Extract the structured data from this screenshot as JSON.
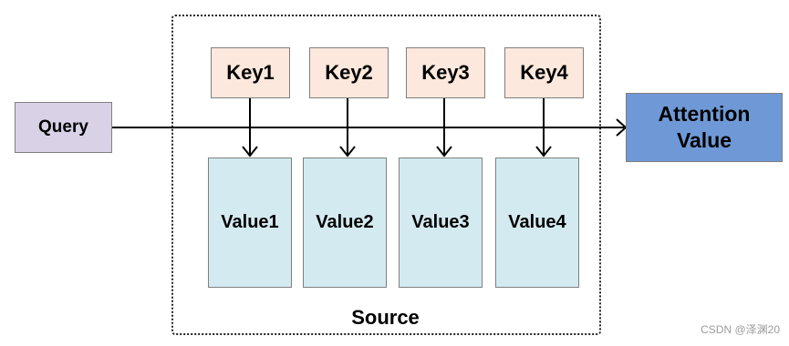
{
  "query": {
    "label": "Query"
  },
  "keys": [
    "Key1",
    "Key2",
    "Key3",
    "Key4"
  ],
  "values": [
    "Value1",
    "Value2",
    "Value3",
    "Value4"
  ],
  "attention": {
    "line1": "Attention",
    "line2": "Value"
  },
  "source": {
    "label": "Source"
  },
  "watermark": "CSDN @泽渊20"
}
